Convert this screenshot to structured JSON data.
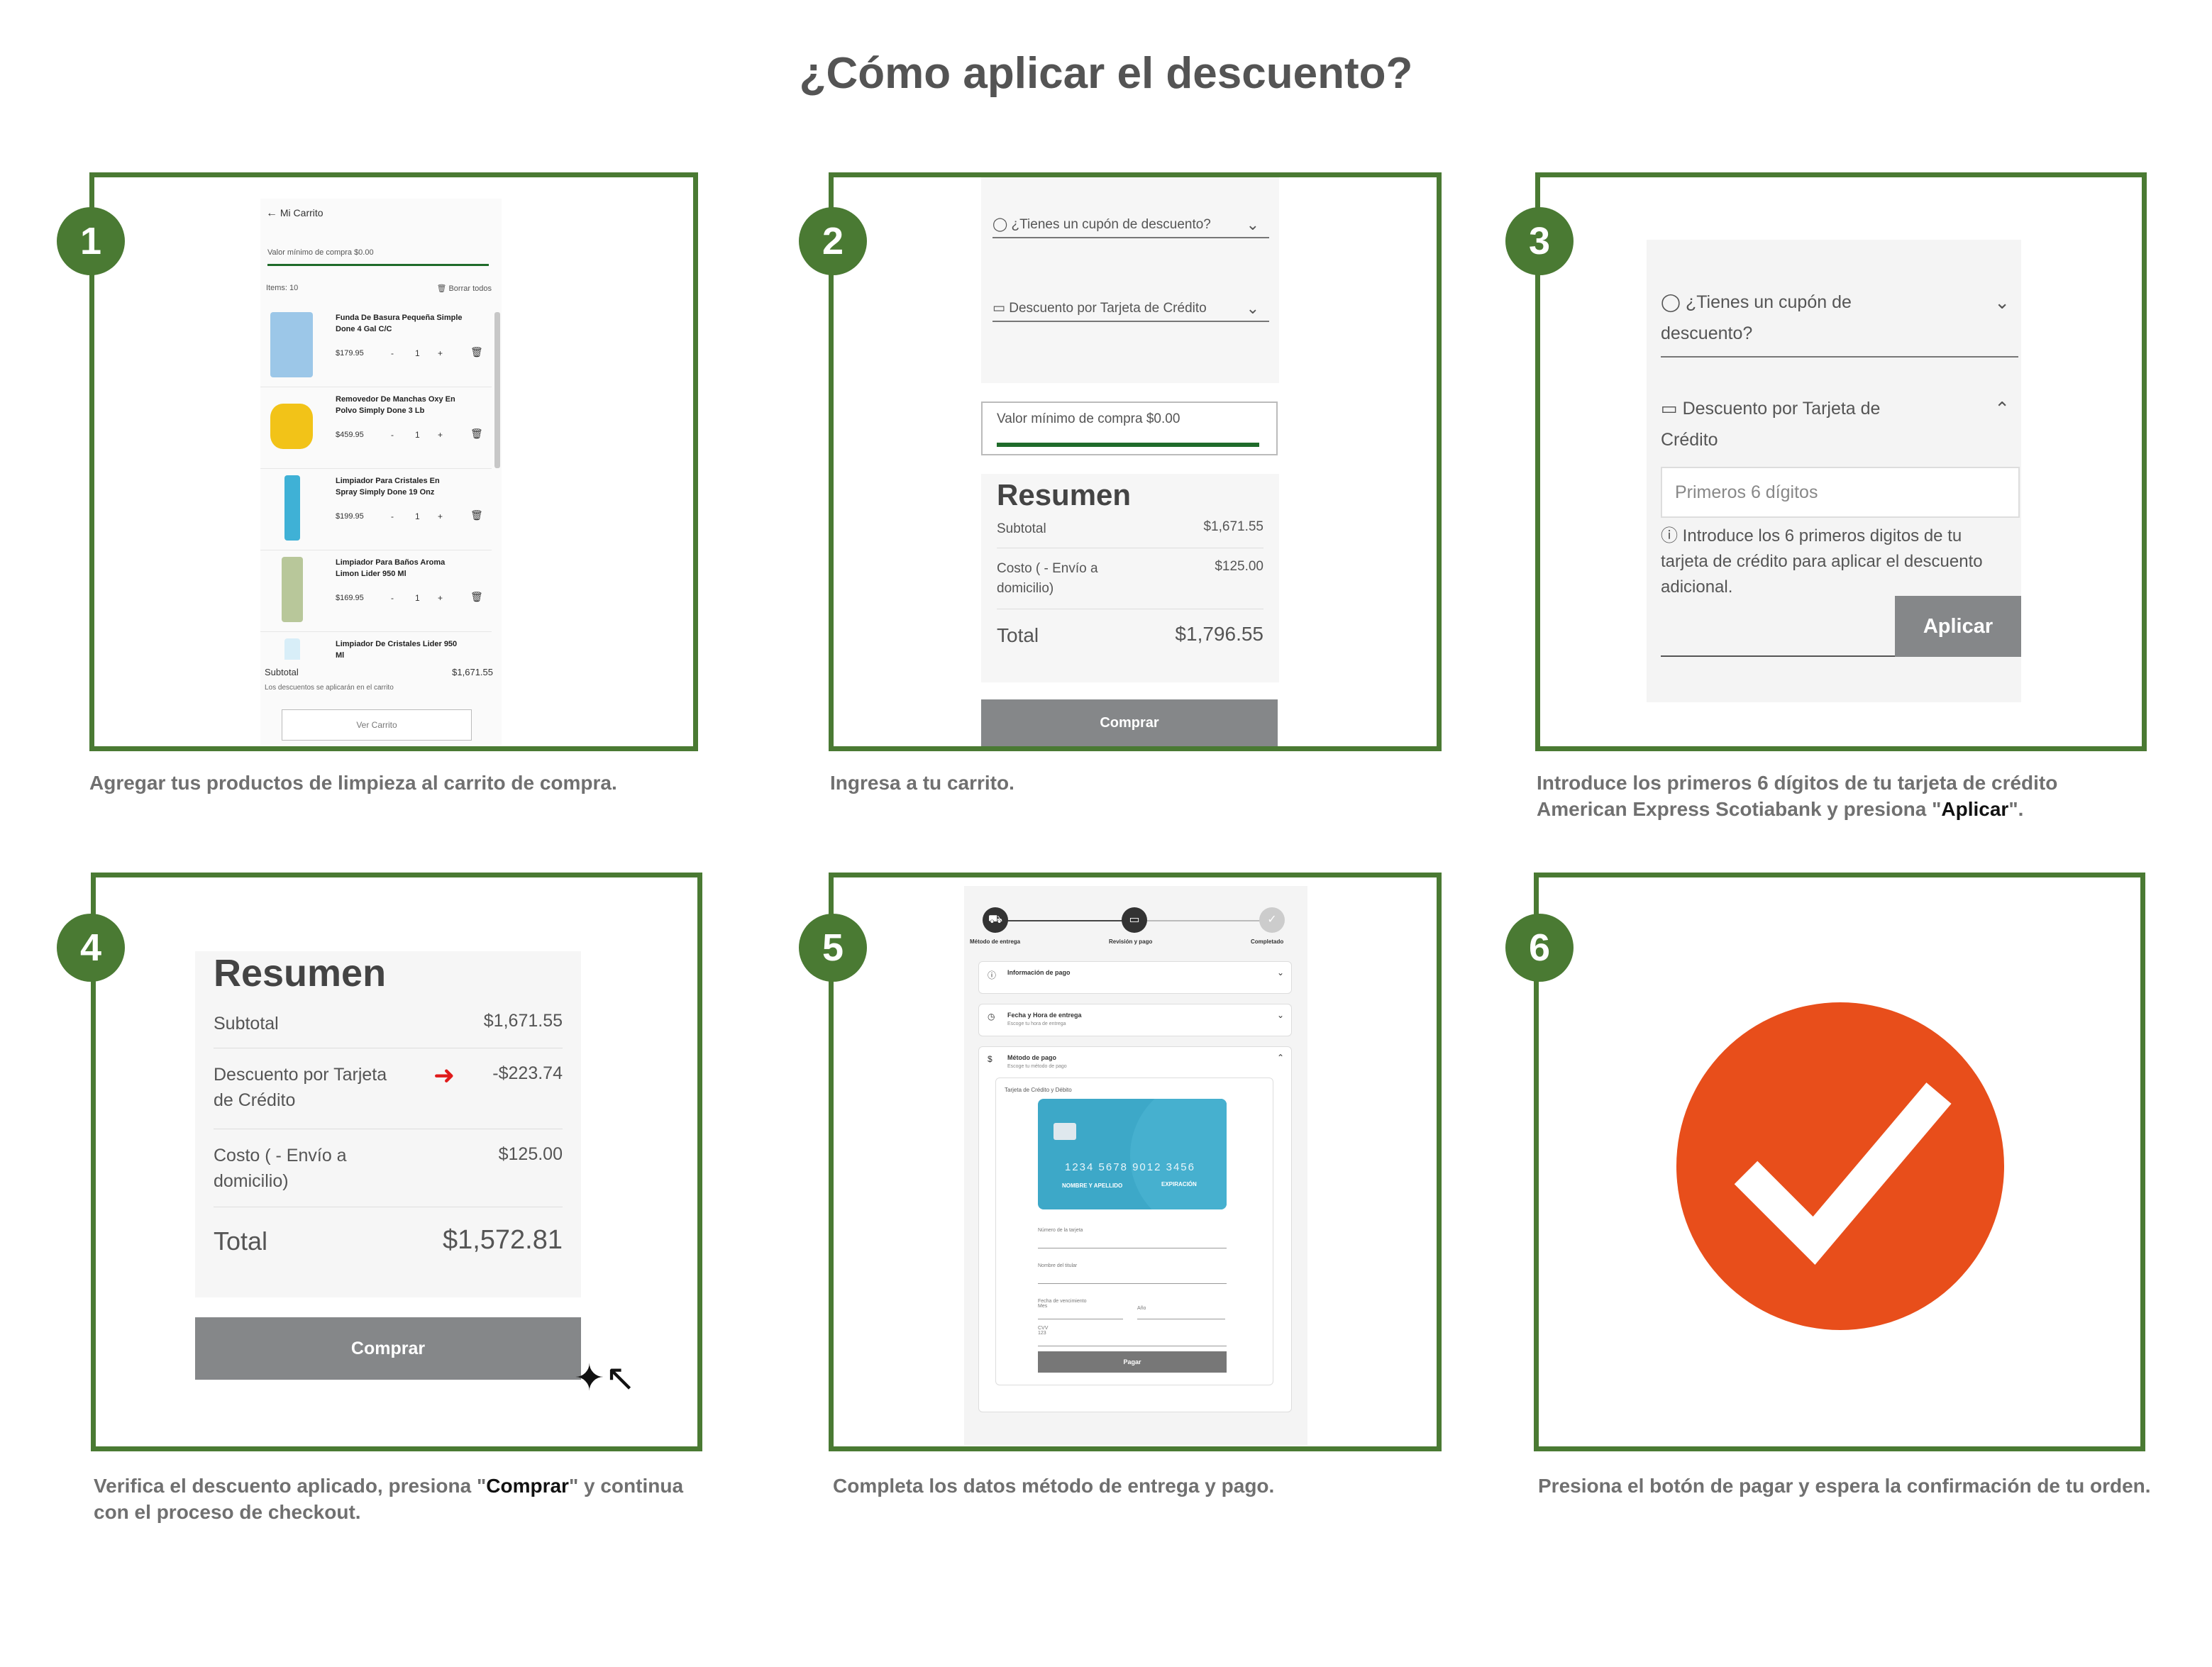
{
  "title": "¿Cómo aplicar el descuento?",
  "colors": {
    "frame": "#4a7a33",
    "accent_green": "#1f6b2a",
    "button_gray": "#858789",
    "check_circle": "#e84e1b",
    "card_blue": "#3da8c8"
  },
  "steps": [
    {
      "number": "1",
      "caption": "Agregar tus productos de limpieza al carrito de compra."
    },
    {
      "number": "2",
      "caption": "Ingresa a tu carrito."
    },
    {
      "number": "3",
      "caption_line1": "Introduce los primeros 6 dígitos de tu tarjeta de crédito",
      "caption_line2_pre": "American Express Scotiabank y presiona \"",
      "caption_bold": "Aplicar",
      "caption_line2_post": "\"."
    },
    {
      "number": "4",
      "caption_pre": "Verifica el descuento aplicado, presiona \"",
      "caption_bold": "Comprar",
      "caption_post": "\" y continua",
      "caption_line2": "con el proceso de checkout."
    },
    {
      "number": "5",
      "caption": "Completa los datos método de entrega y pago."
    },
    {
      "number": "6",
      "caption": "Presiona el botón de pagar y espera la confirmación de tu orden."
    }
  ],
  "cart": {
    "header": "Mi Carrito",
    "back_icon": "arrow-left-icon",
    "min_purchase": "Valor mínimo de compra $0.00",
    "items_count": "Items: 10",
    "clear_all": "Borrar todos",
    "products": [
      {
        "name": "Funda De Basura Pequeña Simple Done 4 Gal C/C",
        "price": "$179.95",
        "qty": "1",
        "color": "#9cc7e8"
      },
      {
        "name": "Removedor De Manchas Oxy En Polvo Simply Done 3 Lb",
        "price": "$459.95",
        "qty": "1",
        "color": "#f2c318"
      },
      {
        "name": "Limpiador Para Cristales En Spray Simply Done 19 Onz",
        "price": "$199.95",
        "qty": "1",
        "color": "#3fb1d6"
      },
      {
        "name": "Limpiador Para Baños Aroma Limon Lider 950 Ml",
        "price": "$169.95",
        "qty": "1",
        "color": "#b8c79a"
      },
      {
        "name": "Limpiador De Cristales Lider 950 Ml",
        "price": "",
        "qty": "",
        "color": "#d8eef8"
      }
    ],
    "minus": "-",
    "plus": "+",
    "subtotal_label": "Subtotal",
    "subtotal_value": "$1,671.55",
    "discount_note": "Los descuentos se aplicarán en el carrito",
    "view_cart": "Ver Carrito"
  },
  "coupon": {
    "coupon_label": "¿Tienes un cupón de descuento?",
    "card_discount_label": "Descuento por Tarjeta de Crédito",
    "min_purchase": "Valor mínimo de compra $0.00"
  },
  "summary2": {
    "title": "Resumen",
    "subtotal_label": "Subtotal",
    "subtotal_value": "$1,671.55",
    "shipping_label": "Costo ( - Envío a domicilio)",
    "shipping_value": "$125.00",
    "total_label": "Total",
    "total_value": "$1,796.55",
    "buy_button": "Comprar"
  },
  "card_form": {
    "coupon_line1": "¿Tienes un cupón de",
    "coupon_line2": "descuento?",
    "card_line1": "Descuento por Tarjeta de",
    "card_line2": "Crédito",
    "placeholder": "Primeros 6 dígitos",
    "help": "Introduce los 6 primeros digitos de tu tarjeta de crédito para aplicar el descuento adicional.",
    "apply_button": "Aplicar"
  },
  "summary4": {
    "title": "Resumen",
    "subtotal_label": "Subtotal",
    "subtotal_value": "$1,671.55",
    "discount_label_1": "Descuento por Tarjeta",
    "discount_label_2": "de Crédito",
    "discount_value": "-$223.74",
    "shipping_label_1": "Costo ( - Envío a",
    "shipping_label_2": "domicilio)",
    "shipping_value": "$125.00",
    "total_label": "Total",
    "total_value": "$1,572.81",
    "buy_button": "Comprar"
  },
  "checkout": {
    "steps": [
      "Método de entrega",
      "Revisión y pago",
      "Completado"
    ],
    "payment_info": "Información de pago",
    "delivery_date": "Fecha y Hora de entrega",
    "delivery_date_sub": "Escoge tu hora de entrega",
    "payment_method": "Método de pago",
    "payment_method_sub": "Escoge tu método de pago",
    "card_type": "Tarjeta de Crédito y Débito",
    "card_number": "1234  5678  9012  3456",
    "card_name": "NOMBRE Y APELLIDO",
    "card_exp": "EXPIRACIÓN",
    "field_number": "Número de la tarjeta",
    "field_name": "Nombre del titular",
    "field_exp": "Fecha de vencimiento",
    "month": "Mes",
    "year": "Año",
    "cvv": "CVV",
    "cvv_placeholder": "123",
    "pay_button": "Pagar"
  }
}
